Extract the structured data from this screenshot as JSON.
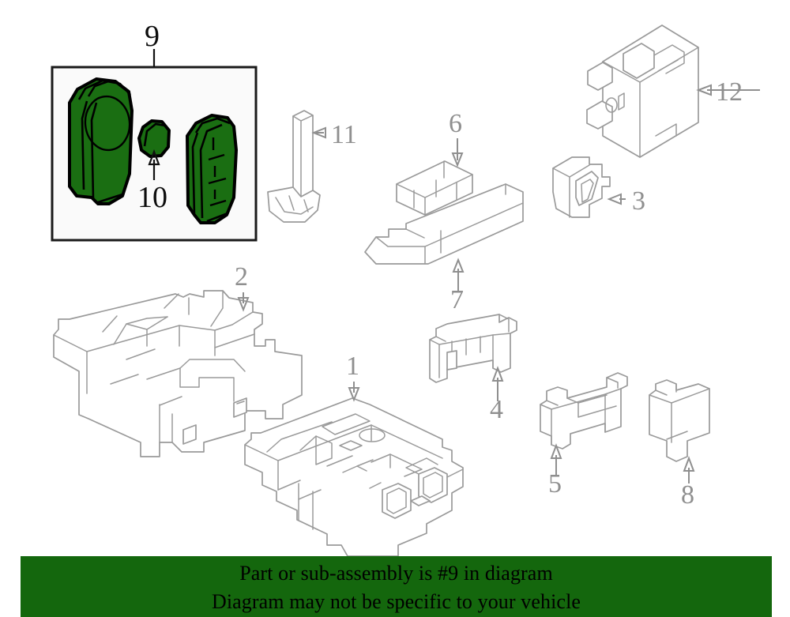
{
  "diagram": {
    "type": "automotive-parts-exploded-diagram",
    "background_color": "#ffffff",
    "highlight_color": "#1a6e12",
    "line_color": "#9a9a9a",
    "callout_color": "#8f8f8f",
    "highlighted_part_number": "9",
    "callouts": [
      {
        "number": "1",
        "part": "body-control-module",
        "style": "gray"
      },
      {
        "number": "2",
        "part": "fuse-relay-box-cover",
        "style": "gray"
      },
      {
        "number": "3",
        "part": "relay-connector-block",
        "style": "gray"
      },
      {
        "number": "4",
        "part": "fuse-strip-multi",
        "style": "gray"
      },
      {
        "number": "5",
        "part": "fuse-link-u-shaped",
        "style": "gray"
      },
      {
        "number": "6",
        "part": "terminal-bar-block",
        "style": "gray"
      },
      {
        "number": "7",
        "part": "fuse-box-bracket-rail",
        "style": "gray"
      },
      {
        "number": "8",
        "part": "relay-block-square",
        "style": "gray"
      },
      {
        "number": "9",
        "part": "key-fob-transmitter-assembly",
        "style": "black"
      },
      {
        "number": "10",
        "part": "key-fob-battery",
        "style": "black"
      },
      {
        "number": "11",
        "part": "emergency-key-blade",
        "style": "gray"
      },
      {
        "number": "12",
        "part": "receiver-control-module",
        "style": "gray"
      }
    ]
  },
  "banner": {
    "background_color": "#14670d",
    "line1": "Part or sub-assembly is #9 in diagram",
    "line2": "Diagram may not be specific to your vehicle"
  }
}
